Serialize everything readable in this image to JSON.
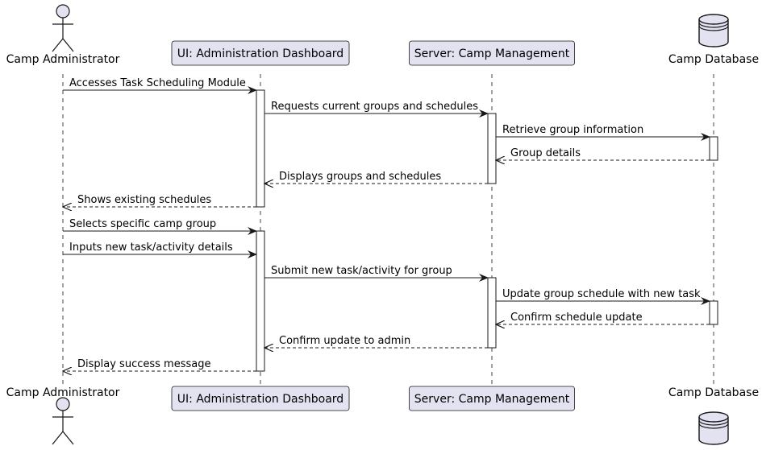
{
  "participants": [
    {
      "id": "admin",
      "kind": "actor",
      "label": "Camp Administrator"
    },
    {
      "id": "ui",
      "kind": "box",
      "label": "UI: Administration Dashboard"
    },
    {
      "id": "server",
      "kind": "box",
      "label": "Server: Camp Management"
    },
    {
      "id": "db",
      "kind": "database",
      "label": "Camp Database"
    }
  ],
  "messages": [
    {
      "from": "admin",
      "to": "ui",
      "style": "solid",
      "label": "Accesses Task Scheduling Module"
    },
    {
      "from": "ui",
      "to": "server",
      "style": "solid",
      "label": "Requests current groups and schedules"
    },
    {
      "from": "server",
      "to": "db",
      "style": "solid",
      "label": "Retrieve group information"
    },
    {
      "from": "db",
      "to": "server",
      "style": "dashed",
      "label": "Group details"
    },
    {
      "from": "server",
      "to": "ui",
      "style": "dashed",
      "label": "Displays groups and schedules"
    },
    {
      "from": "ui",
      "to": "admin",
      "style": "dashed",
      "label": "Shows existing schedules"
    },
    {
      "from": "admin",
      "to": "ui",
      "style": "solid",
      "label": "Selects specific camp group"
    },
    {
      "from": "admin",
      "to": "ui",
      "style": "solid",
      "label": "Inputs new task/activity details"
    },
    {
      "from": "ui",
      "to": "server",
      "style": "solid",
      "label": "Submit new task/activity for group"
    },
    {
      "from": "server",
      "to": "db",
      "style": "solid",
      "label": "Update group schedule with new task"
    },
    {
      "from": "db",
      "to": "server",
      "style": "dashed",
      "label": "Confirm schedule update"
    },
    {
      "from": "server",
      "to": "ui",
      "style": "dashed",
      "label": "Confirm update to admin"
    },
    {
      "from": "ui",
      "to": "admin",
      "style": "dashed",
      "label": "Display success message"
    }
  ],
  "colors": {
    "participant_fill": "#E2E2F0",
    "participant_border": "#181818",
    "activation_fill": "#FFFFFF",
    "lifeline": "#181818",
    "arrow": "#181818",
    "background": "#FFFFFF"
  }
}
